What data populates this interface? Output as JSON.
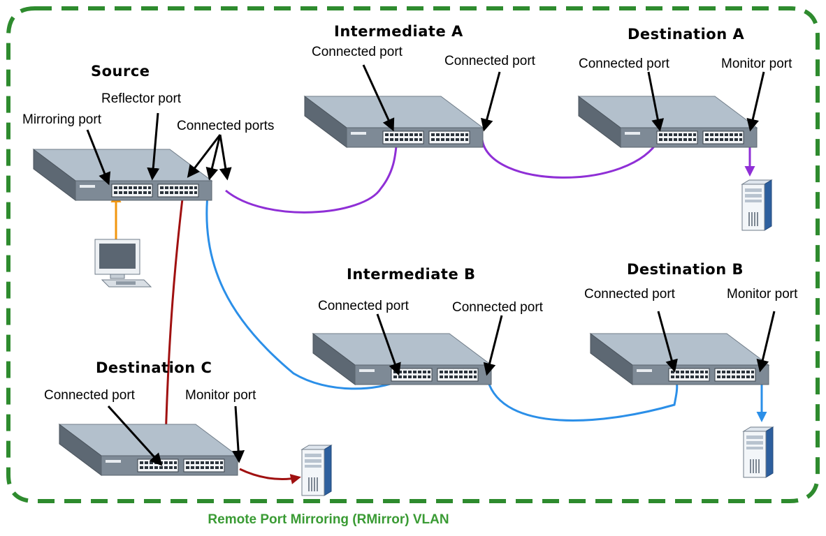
{
  "caption": "Remote Port Mirroring (RMirror) VLAN",
  "colors": {
    "boundary": "#2e8b2e",
    "caption": "#3a9b34",
    "link_purple": "#8f2fd6",
    "link_blue": "#2b8fe8",
    "link_red": "#a01010",
    "link_orange": "#f2960e"
  },
  "switches": {
    "source": {
      "title": "Source",
      "mirroring_port": "Mirroring port",
      "reflector_port": "Reflector port",
      "connected_ports": "Connected ports"
    },
    "intermediate_a": {
      "title": "Intermediate A",
      "port_1": "Connected port",
      "port_2": "Connected port"
    },
    "destination_a": {
      "title": "Destination A",
      "port_1": "Connected port",
      "port_2": "Monitor port"
    },
    "intermediate_b": {
      "title": "Intermediate B",
      "port_1": "Connected port",
      "port_2": "Connected port"
    },
    "destination_b": {
      "title": "Destination B",
      "port_1": "Connected port",
      "port_2": "Monitor port"
    },
    "destination_c": {
      "title": "Destination C",
      "port_1": "Connected port",
      "port_2": "Monitor port"
    }
  },
  "devices": {
    "source_pc": "computer-icon",
    "monitor_server_a": "server-icon",
    "monitor_server_b": "server-icon",
    "monitor_server_c": "server-icon"
  }
}
